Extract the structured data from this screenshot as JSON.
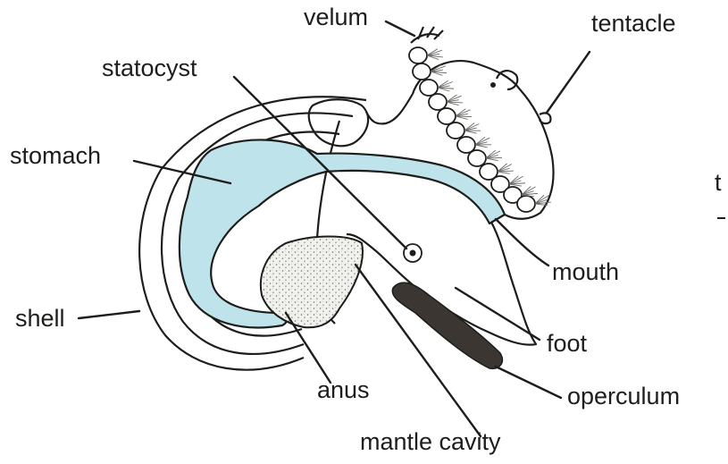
{
  "colors": {
    "gut": "#bfe3ea",
    "ink": "#1d1d1b",
    "operculum": "#3b3631",
    "mantle_stipple": "#efefec"
  },
  "labels": {
    "velum": "velum",
    "tentacle": "tentacle",
    "statocyst": "statocyst",
    "stomach": "stomach",
    "mouth": "mouth",
    "shell": "shell",
    "foot": "foot",
    "anus": "anus",
    "operculum": "operculum",
    "mantle_cavity": "mantle cavity"
  },
  "edge_text": "t"
}
